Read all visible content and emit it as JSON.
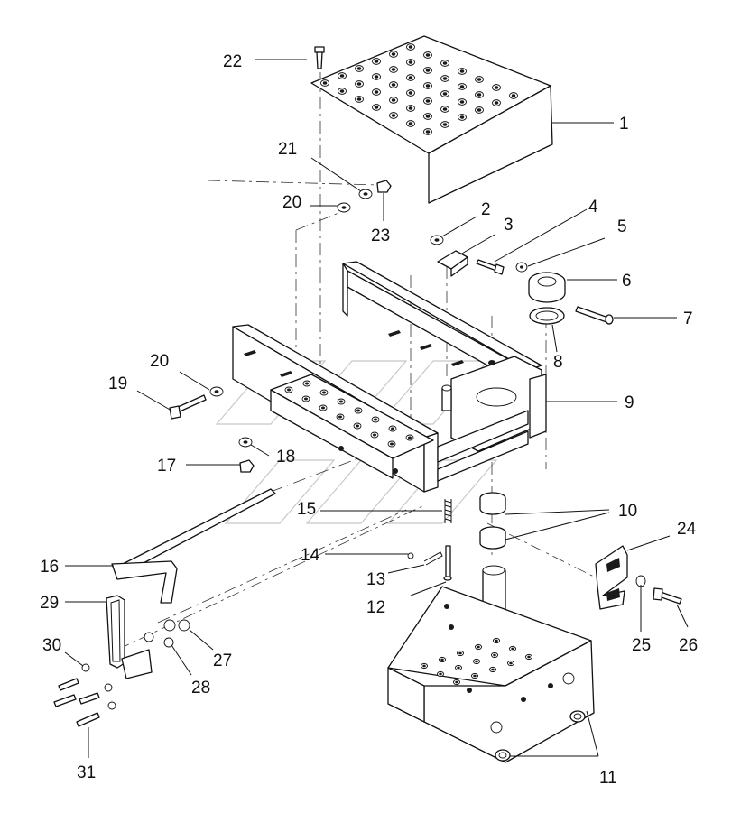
{
  "diagram": {
    "type": "exploded-parts-diagram",
    "callouts": [
      "1",
      "2",
      "3",
      "4",
      "5",
      "6",
      "7",
      "8",
      "9",
      "10",
      "11",
      "12",
      "13",
      "14",
      "15",
      "16",
      "17",
      "18",
      "19",
      "20",
      "20",
      "21",
      "22",
      "23",
      "24",
      "25",
      "26",
      "27",
      "28",
      "29",
      "30",
      "31"
    ]
  }
}
